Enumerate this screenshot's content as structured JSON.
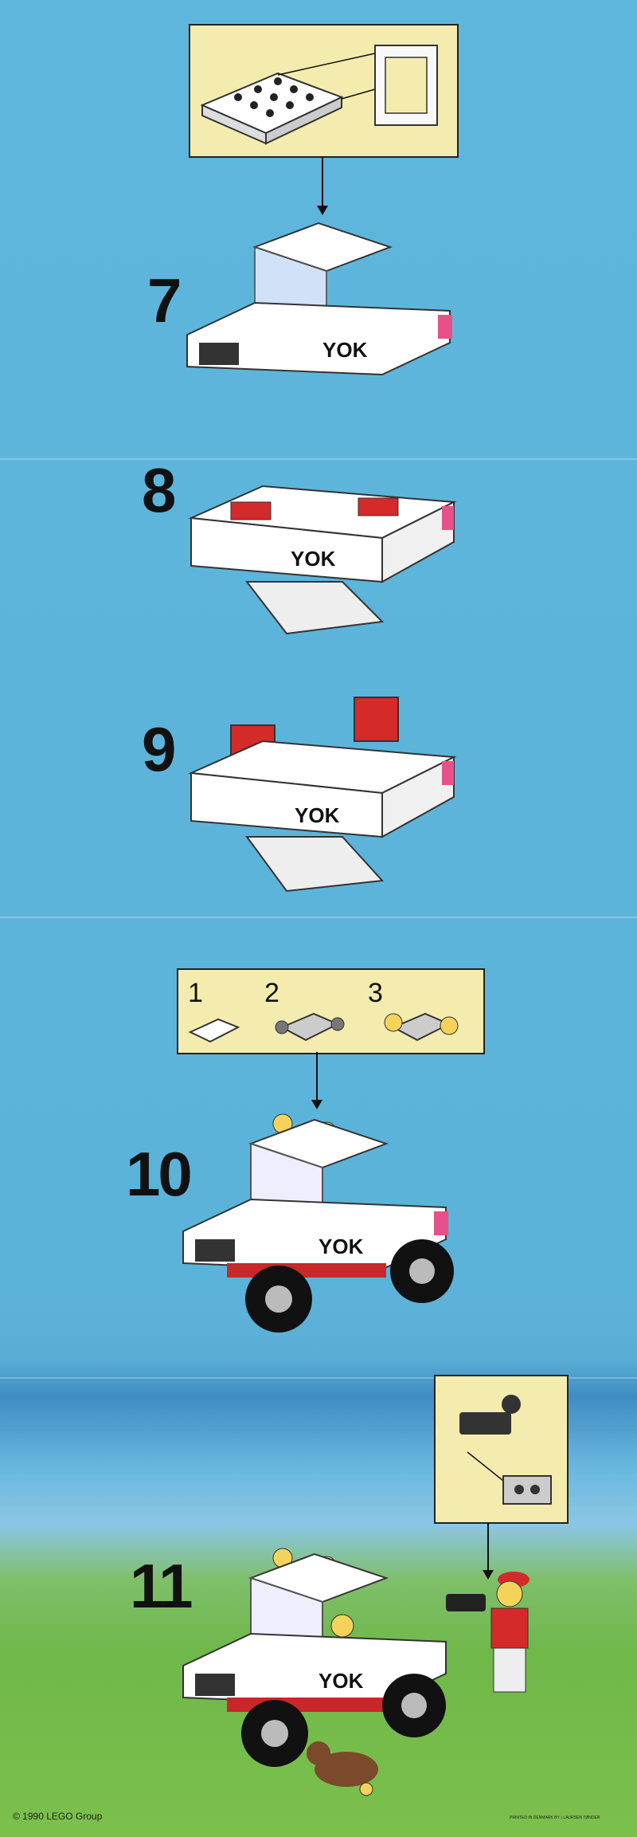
{
  "steps": [
    {
      "number": "7"
    },
    {
      "number": "8"
    },
    {
      "number": "9"
    },
    {
      "number": "10",
      "parts_indices": [
        "1",
        "2",
        "3"
      ]
    },
    {
      "number": "11"
    }
  ],
  "vehicle_decal": "YOK",
  "footer": {
    "copyright": "© 1990 LEGO Group",
    "printer": "PRINTED IN DENMARK BY ⟩ LAURSEN TØNDER"
  },
  "colors": {
    "background": "#5cb3da",
    "callout": "#f4ecae",
    "grass": "#74bc4a"
  }
}
